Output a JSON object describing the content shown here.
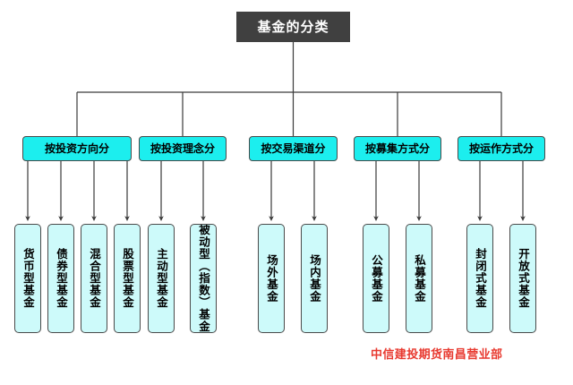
{
  "diagram": {
    "type": "org-chart",
    "root": {
      "label": "基金的分类",
      "bg_color": "#404040",
      "text_color": "#ffffff"
    },
    "category_color": "#1ceeee",
    "leaf_color": "#cdfafa",
    "connector_color": "#3a3a3a",
    "categories": [
      {
        "label": "按投资方向分",
        "leaves": [
          {
            "label": "货币型基金"
          },
          {
            "label": "债券型基金"
          },
          {
            "label": "混合型基金"
          },
          {
            "label": "股票型基金"
          }
        ]
      },
      {
        "label": "按投资理念分",
        "leaves": [
          {
            "label": "主动型基金"
          },
          {
            "label": "被动型（指数）基金"
          }
        ]
      },
      {
        "label": "按交易渠道分",
        "leaves": [
          {
            "label": "场外基金"
          },
          {
            "label": "场内基金"
          }
        ]
      },
      {
        "label": "按募集方式分",
        "leaves": [
          {
            "label": "公募基金"
          },
          {
            "label": "私募基金"
          }
        ]
      },
      {
        "label": "按运作方式分",
        "leaves": [
          {
            "label": "封闭式基金"
          },
          {
            "label": "开放式基金"
          }
        ]
      }
    ]
  },
  "watermark": {
    "text": "中信建投期货南昌营业部",
    "color": "#e8392f"
  }
}
